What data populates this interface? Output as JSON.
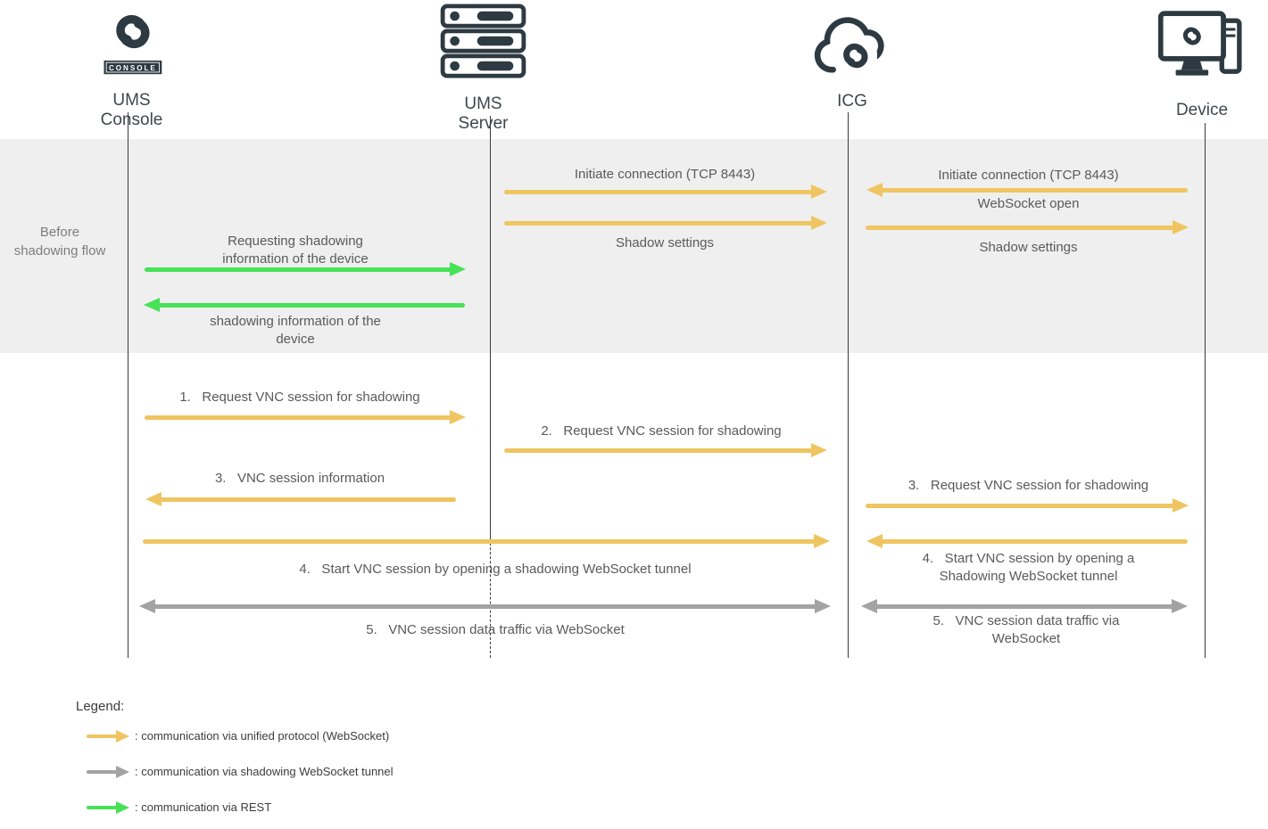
{
  "actors": [
    {
      "label": "UMS Console",
      "badge": "CONSOLE"
    },
    {
      "label": "UMS Server"
    },
    {
      "label": "ICG"
    },
    {
      "label": "Device"
    }
  ],
  "band": {
    "label": "Before shadowing flow",
    "server_icg": {
      "initiate": "Initiate connection (TCP 8443)",
      "shadow_settings": "Shadow settings"
    },
    "device_icg": {
      "initiate": "Initiate connection (TCP 8443)",
      "websocket_open": "WebSocket open",
      "shadow_settings": "Shadow settings"
    },
    "console_server": {
      "request": "Requesting shadowing\ninformation of the device",
      "response": "shadowing information of the\ndevice"
    }
  },
  "flow": {
    "left": {
      "step1": "1.   Request VNC session for shadowing",
      "step2": "2.   Request VNC session for shadowing",
      "step3": "3.   VNC session information",
      "step4": "4.   Start VNC session by opening a shadowing WebSocket tunnel",
      "step5": "5.   VNC session data traffic via WebSocket"
    },
    "right": {
      "step3": "3.   Request VNC session for shadowing",
      "step4": "4.   Start VNC session by opening a\nShadowing WebSocket tunnel",
      "step5": "5.   VNC session data traffic via\nWebSocket"
    }
  },
  "legend": {
    "title": "Legend:",
    "items": [
      {
        "style": "unified",
        "label": ": communication via unified protocol (WebSocket)"
      },
      {
        "style": "tunnel",
        "label": ": communication via shadowing WebSocket tunnel"
      },
      {
        "style": "rest",
        "label": ": communication via REST"
      }
    ]
  },
  "colors": {
    "unified": "#EFC561",
    "tunnel": "#A3A3A3",
    "rest": "#47E256",
    "icon": "#2D3A42",
    "band_bg": "#EFEFEF",
    "label_text": "#5A5A5A"
  }
}
